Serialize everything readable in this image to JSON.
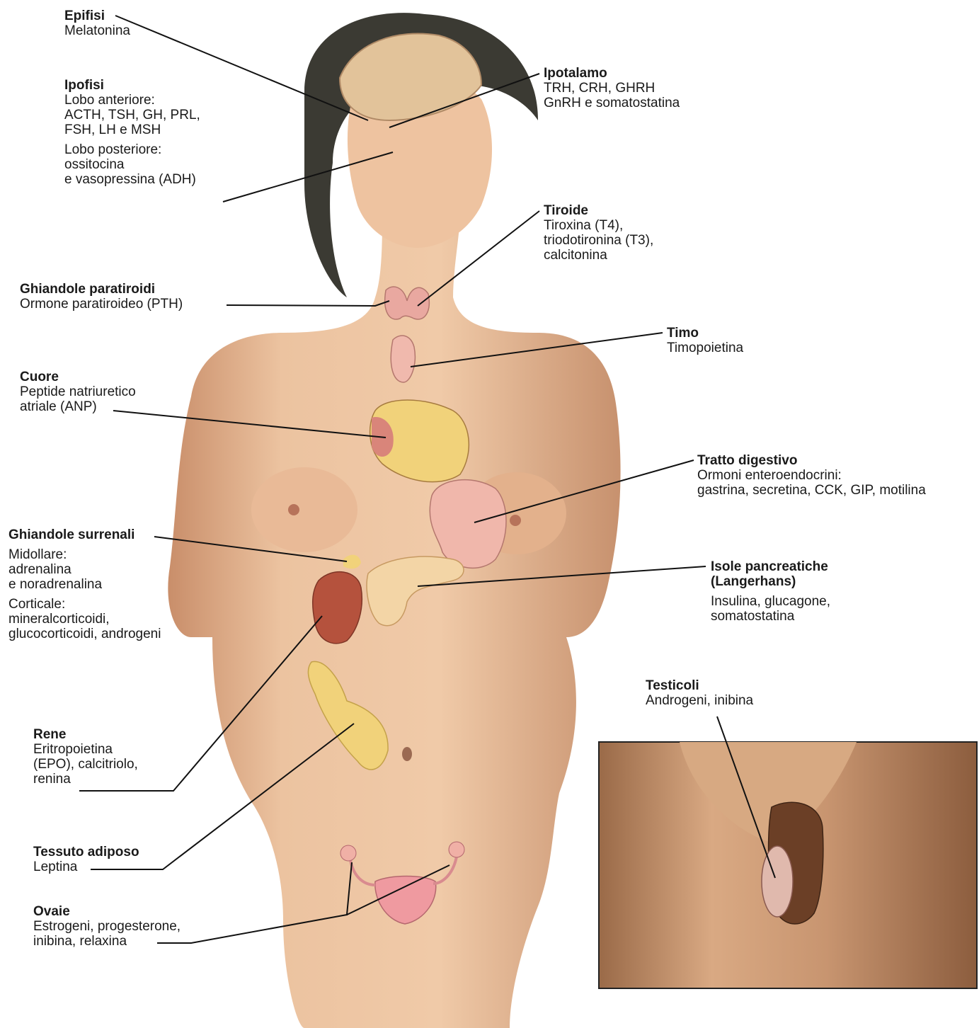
{
  "labels": {
    "epifisi": {
      "title": "Epifisi",
      "lines": [
        "Melatonina"
      ]
    },
    "ipofisi": {
      "title": "Ipofisi",
      "ant_lines": [
        "Lobo anteriore:",
        "ACTH, TSH, GH, PRL,",
        "FSH, LH e MSH"
      ],
      "post_lines": [
        "Lobo posteriore:",
        "ossitocina",
        "e vasopressina (ADH)"
      ]
    },
    "ipotalamo": {
      "title": "Ipotalamo",
      "lines": [
        "TRH, CRH, GHRH",
        "GnRH e somatostatina"
      ]
    },
    "tiroide": {
      "title": "Tiroide",
      "lines": [
        "Tiroxina (T4),",
        "triodotironina (T3),",
        "calcitonina"
      ]
    },
    "paratiroidi": {
      "title": "Ghiandole paratiroidi",
      "lines": [
        "Ormone paratiroideo (PTH)"
      ]
    },
    "timo": {
      "title": "Timo",
      "lines": [
        "Timopoietina"
      ]
    },
    "cuore": {
      "title": "Cuore",
      "lines": [
        "Peptide natriuretico",
        "atriale (ANP)"
      ]
    },
    "digestivo": {
      "title": "Tratto digestivo",
      "lines": [
        "Ormoni enteroendocrini:",
        "gastrina, secretina, CCK, GIP, motilina"
      ]
    },
    "surrenali": {
      "title": "Ghiandole surrenali",
      "med_lines": [
        "Midollare:",
        "adrenalina",
        "e noradrenalina"
      ],
      "cort_lines": [
        "Corticale:",
        "mineralcorticoidi,",
        "glucocorticoidi, androgeni"
      ]
    },
    "pancreas": {
      "title_lines": [
        "Isole pancreatiche",
        "(Langerhans)"
      ],
      "lines": [
        "Insulina, glucagone,",
        "somatostatina"
      ]
    },
    "testicoli": {
      "title": "Testicoli",
      "lines": [
        "Androgeni, inibina"
      ]
    },
    "rene": {
      "title": "Rene",
      "lines": [
        "Eritropoietina",
        "(EPO), calcitriolo,",
        "renina"
      ]
    },
    "adiposo": {
      "title": "Tessuto adiposo",
      "lines": [
        "Leptina"
      ]
    },
    "ovaie": {
      "title": "Ovaie",
      "lines": [
        "Estrogeni, progesterone,",
        "inibina, relaxina"
      ]
    }
  },
  "colors": {
    "skin": "#e8b995",
    "skin_shadow": "#c98e6a",
    "hair": "#3b3a33",
    "organ_pink": "#e9a8a0",
    "gland_yellow": "#f1d27a",
    "kidney": "#b5523d",
    "leader": "#111111"
  }
}
